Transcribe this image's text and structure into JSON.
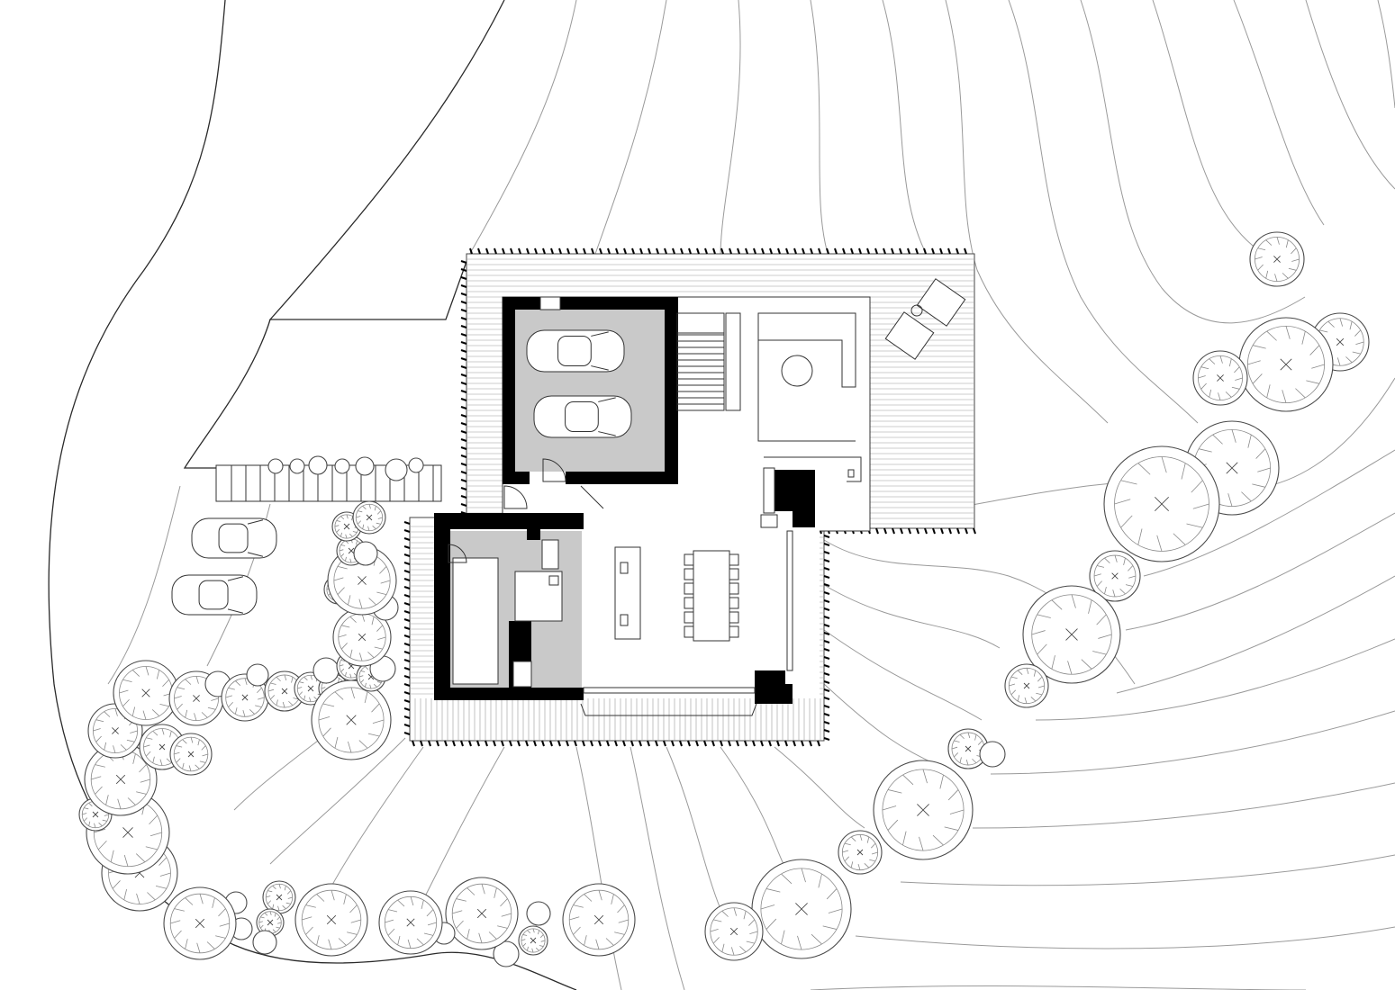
{
  "drawing": {
    "kind": "site-plan",
    "labels": [],
    "colors": {
      "wall": "#000000",
      "service_fill": "#c9c9c9",
      "contour": "#9a9a9a",
      "linework": "#333333"
    },
    "elements": {
      "trees": "tree-symbols",
      "contours": "terrain-contour-lines",
      "cars": "car-symbols",
      "terrace": "timber-deck"
    }
  }
}
